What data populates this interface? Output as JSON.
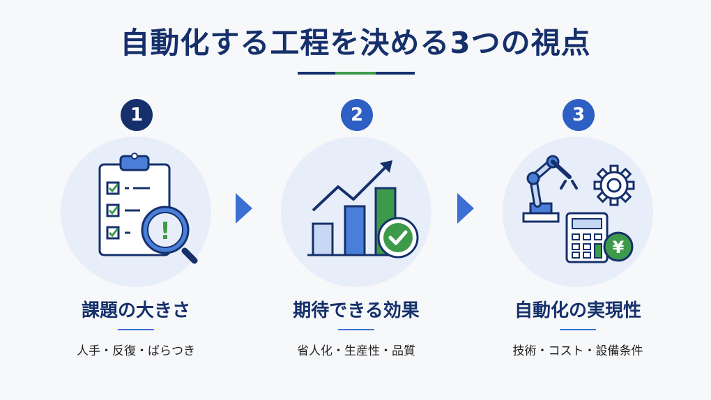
{
  "title": "自動化する工程を決める3つの視点",
  "colors": {
    "navy": "#15306b",
    "blue": "#3b6fd4",
    "green": "#3d9a4a",
    "light": "#e8eef9"
  },
  "steps": [
    {
      "number": "1",
      "heading": "課題の大きさ",
      "subtitle": "人手・反復・ばらつき",
      "icon": "clipboard-magnifier-icon"
    },
    {
      "number": "2",
      "heading": "期待できる効果",
      "subtitle": "省人化・生産性・品質",
      "icon": "growth-chart-check-icon"
    },
    {
      "number": "3",
      "heading": "自動化の実現性",
      "subtitle": "技術・コスト・設備条件",
      "icon": "robot-gear-calculator-icon"
    }
  ],
  "icon_glyphs": {
    "alert": "!",
    "yen": "¥"
  }
}
